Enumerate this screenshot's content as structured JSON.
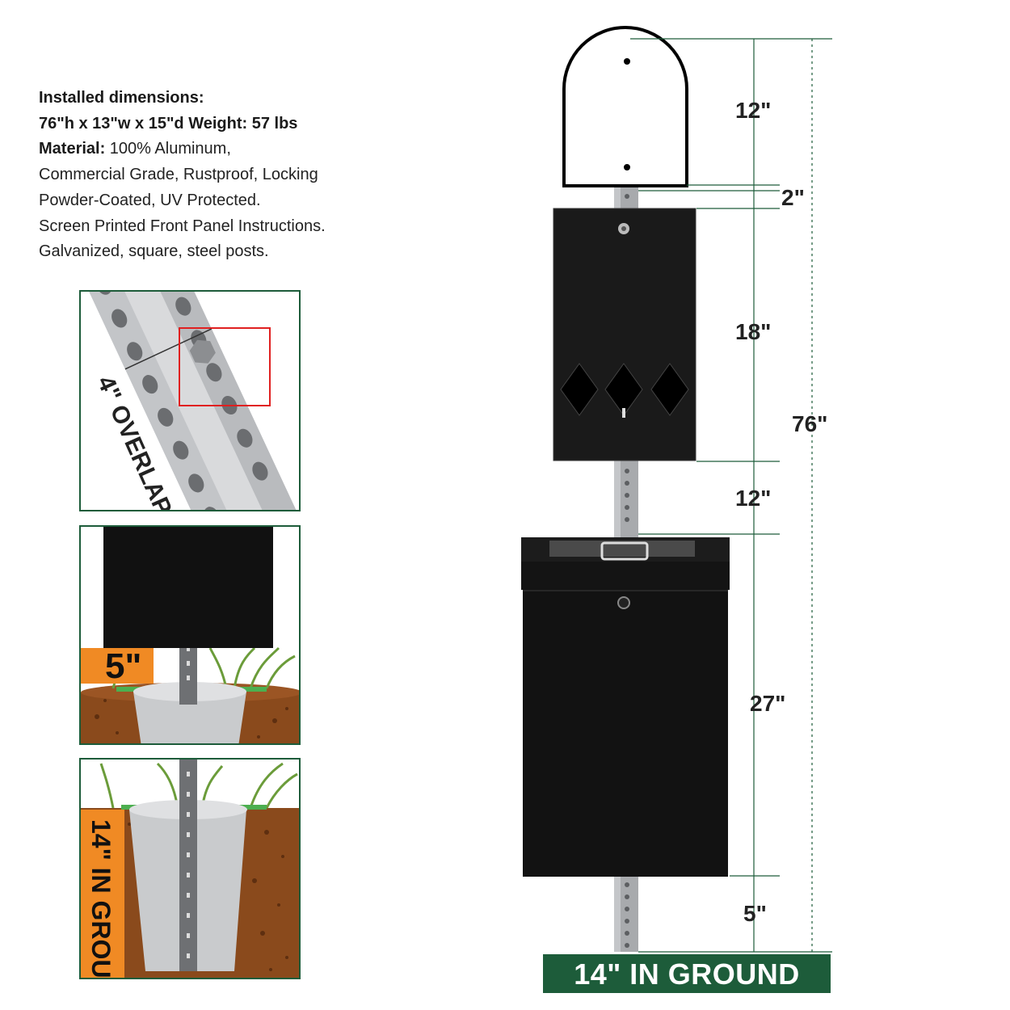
{
  "specs": {
    "line1": "Installed dimensions:",
    "line2": "76\"h  x 13\"w x 15\"d  Weight: 57 lbs",
    "line3_label": "Material:",
    "line3_value": " 100% Aluminum,",
    "line4": "Commercial Grade, Rustproof, Locking",
    "line5": "Powder-Coated, UV Protected.",
    "line6": "Screen Printed Front Panel Instructions.",
    "line7": "Galvanized, square, steel posts."
  },
  "panels": {
    "overlap_label": "4\" OVERLAP",
    "five_label": "5\"",
    "in_ground_label": "14\" IN GROUND"
  },
  "dimensions": {
    "sign": "12\"",
    "gap_top": "2\"",
    "dispenser": "18\"",
    "gap_mid": "12\"",
    "can": "27\"",
    "bottom": "5\"",
    "total": "76\""
  },
  "banner": {
    "text": "14\" IN GROUND"
  },
  "colors": {
    "green": "#1d5c3a",
    "orange": "#f08a24",
    "black": "#111111",
    "post": "#a8aaad"
  }
}
